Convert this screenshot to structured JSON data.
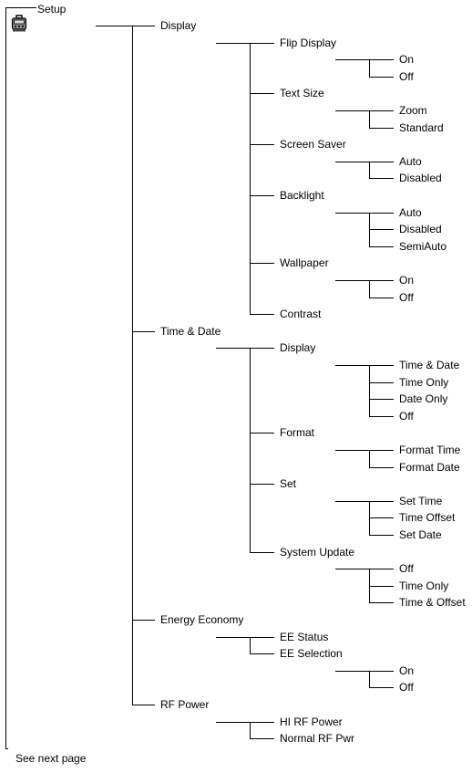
{
  "root": {
    "label": "Setup",
    "icon": "settings-menu-icon"
  },
  "footer": "See next page",
  "tree": [
    {
      "label": "Display",
      "children": [
        {
          "label": "Flip Display",
          "children": [
            {
              "label": "On"
            },
            {
              "label": "Off"
            }
          ]
        },
        {
          "label": "Text Size",
          "children": [
            {
              "label": "Zoom"
            },
            {
              "label": "Standard"
            }
          ]
        },
        {
          "label": "Screen Saver",
          "children": [
            {
              "label": "Auto"
            },
            {
              "label": "Disabled"
            }
          ]
        },
        {
          "label": "Backlight",
          "children": [
            {
              "label": "Auto"
            },
            {
              "label": "Disabled"
            },
            {
              "label": "SemiAuto"
            }
          ]
        },
        {
          "label": "Wallpaper",
          "children": [
            {
              "label": "On"
            },
            {
              "label": "Off"
            }
          ]
        },
        {
          "label": "Contrast"
        }
      ]
    },
    {
      "label": "Time & Date",
      "children": [
        {
          "label": "Display",
          "children": [
            {
              "label": "Time & Date"
            },
            {
              "label": "Time Only"
            },
            {
              "label": "Date Only"
            },
            {
              "label": "Off"
            }
          ]
        },
        {
          "label": "Format",
          "children": [
            {
              "label": "Format Time"
            },
            {
              "label": "Format Date"
            }
          ]
        },
        {
          "label": "Set",
          "children": [
            {
              "label": "Set Time"
            },
            {
              "label": "Time Offset"
            },
            {
              "label": "Set Date"
            }
          ]
        },
        {
          "label": "System Update",
          "children": [
            {
              "label": "Off"
            },
            {
              "label": "Time Only"
            },
            {
              "label": "Time & Offset"
            }
          ]
        }
      ]
    },
    {
      "label": "Energy Economy",
      "children": [
        {
          "label": "EE Status"
        },
        {
          "label": "EE Selection",
          "children": [
            {
              "label": "On"
            },
            {
              "label": "Off"
            }
          ]
        }
      ]
    },
    {
      "label": "RF Power",
      "children": [
        {
          "label": "HI RF Power"
        },
        {
          "label": "Normal RF Pwr"
        }
      ]
    }
  ]
}
